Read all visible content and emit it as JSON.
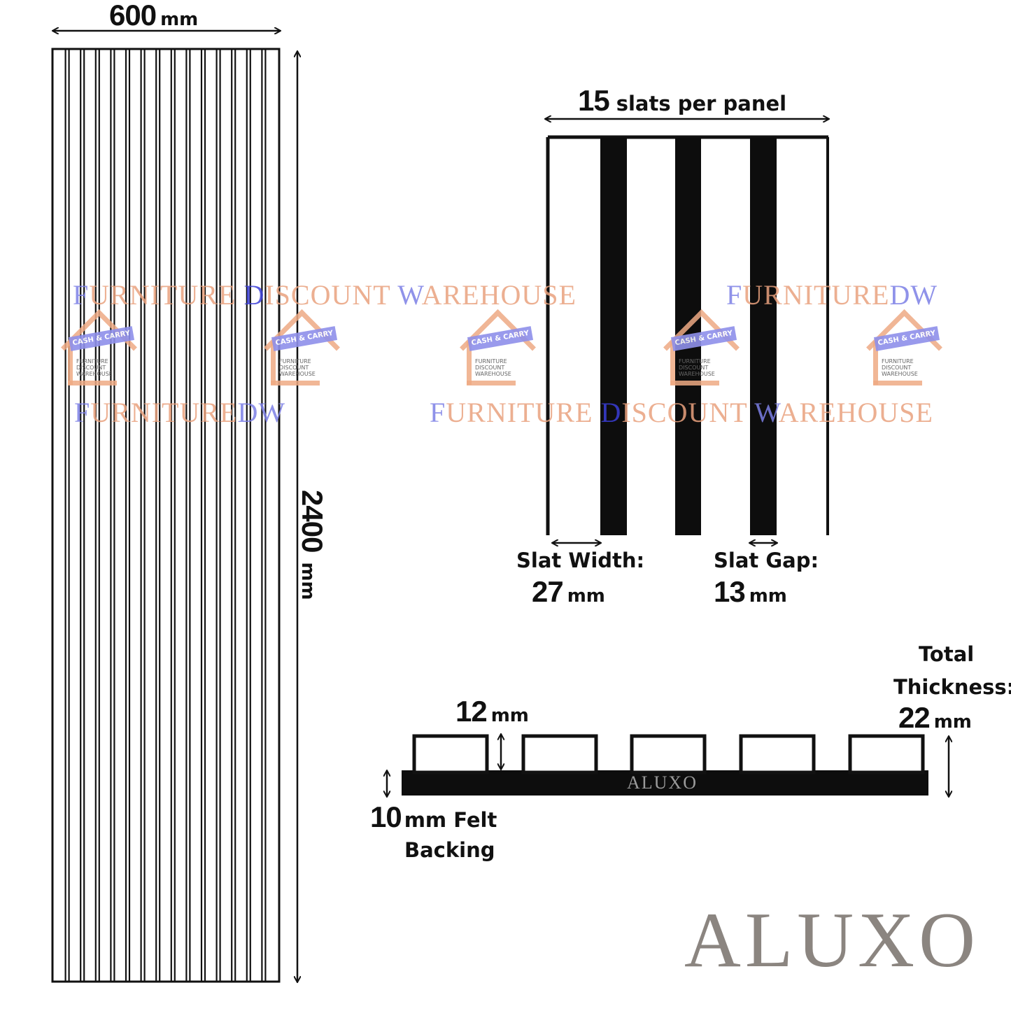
{
  "front_view": {
    "width_value": "600",
    "width_unit": "mm",
    "height_value": "2400",
    "height_unit": "mm"
  },
  "slat_view": {
    "count_value": "15",
    "count_text": "slats per panel",
    "width_label": "Slat Width:",
    "width_value": "27",
    "width_unit": "mm",
    "gap_label": "Slat Gap:",
    "gap_value": "13",
    "gap_unit": "mm"
  },
  "profile_view": {
    "slat_height_value": "12",
    "slat_height_unit": "mm",
    "total_label_line1": "Total",
    "total_label_line2": "Thickness:",
    "total_value": "22",
    "total_unit": "mm",
    "felt_value": "10",
    "felt_text_line1": "mm Felt",
    "felt_text_line2": "Backing",
    "felt_brand": "ALUXO"
  },
  "watermarks": {
    "full_name": [
      "F",
      "URNITURE ",
      "D",
      "ISCOUNT ",
      "W",
      "AREHOUSE"
    ],
    "short_name": [
      "F",
      "URNITURE",
      "DW"
    ],
    "ribbon": "CASH & CARRY",
    "logo_lines": [
      "FURNITURE",
      "DISCOUNT",
      "WAREHOUSE"
    ]
  },
  "brand": "ALUXO"
}
